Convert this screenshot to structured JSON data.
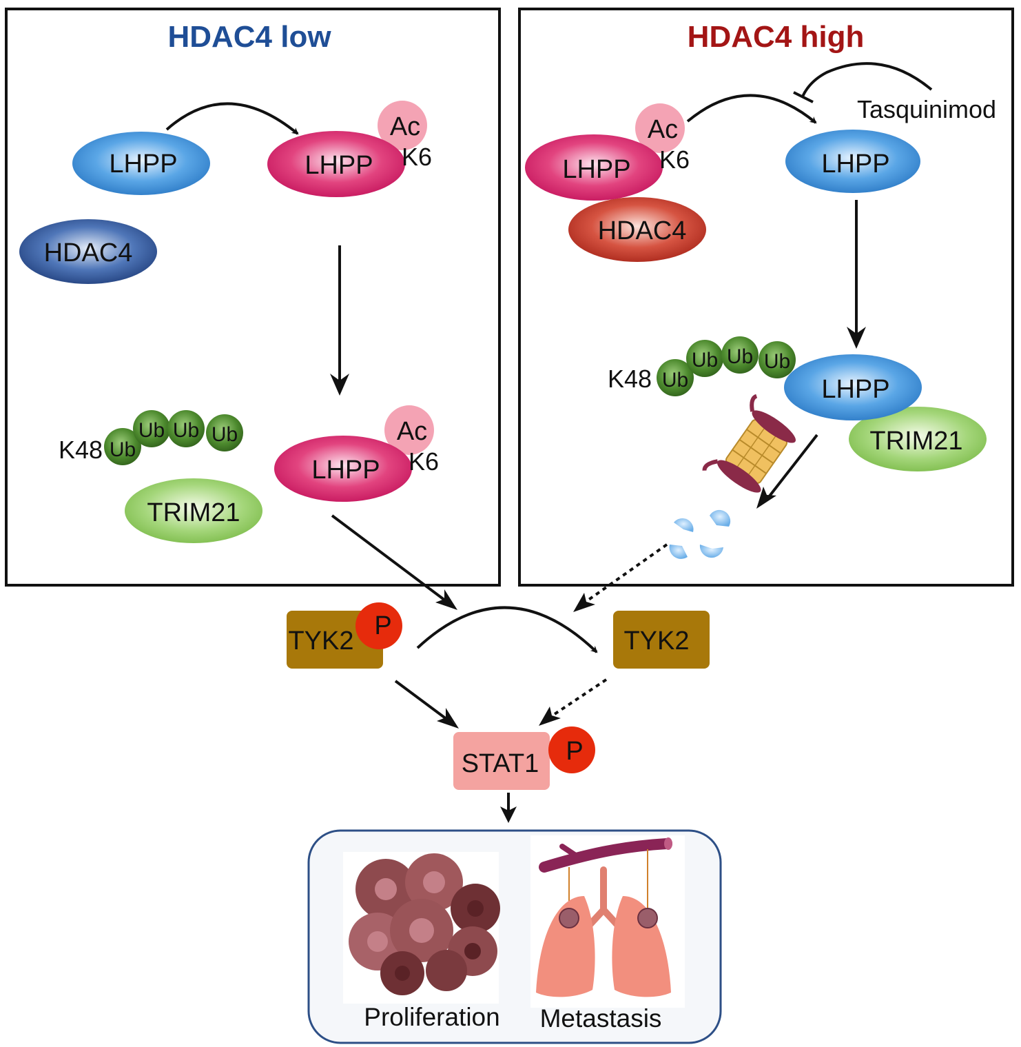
{
  "colors": {
    "low_title": "#1f4e96",
    "high_title": "#a31515",
    "lhpp_blue": "#3f8fd6",
    "lhpp_pink": "#d61e6d",
    "hdac4_blue": "#2d5aa0",
    "hdac4_red": "#c0392b",
    "trim21": "#8cc85a",
    "ub": "#3f7a26",
    "acetyl": "#f4a3b4",
    "tyk2": "#a8780a",
    "phospho": "#e62b0c",
    "stat1": "#f4a3a0"
  },
  "panel_low": {
    "title": "HDAC4 low",
    "lhpp_free": "LHPP",
    "lhpp_acetylated": "LHPP",
    "ac_label": "Ac",
    "k6_label": "K6",
    "hdac4": "HDAC4",
    "k48": "K48",
    "ub": [
      "Ub",
      "Ub",
      "Ub",
      "Ub"
    ],
    "trim21": "TRIM21",
    "lhpp_acetylated_2": "LHPP",
    "ac_label_2": "Ac",
    "k6_label_2": "K6"
  },
  "panel_high": {
    "title": "HDAC4 high",
    "inhibitor": "Tasquinimod",
    "lhpp_acetylated": "LHPP",
    "ac_label": "Ac",
    "k6_label": "K6",
    "hdac4": "HDAC4",
    "lhpp_deacetylated": "LHPP",
    "k48": "K48",
    "ub": [
      "Ub",
      "Ub",
      "Ub",
      "Ub"
    ],
    "lhpp_ubiquitinated": "LHPP",
    "trim21": "TRIM21"
  },
  "pathway": {
    "tyk2_phospho": "TYK2",
    "p_label": "P",
    "tyk2": "TYK2",
    "stat1": "STAT1",
    "stat1_p": "P"
  },
  "outcomes": {
    "proliferation": "Proliferation",
    "metastasis": "Metastasis"
  }
}
